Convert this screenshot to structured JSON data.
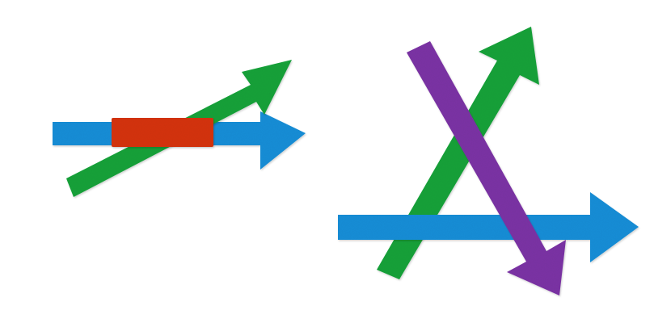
{
  "colors": {
    "background": "#ffffff",
    "blue": "#1f8fd8",
    "green": "#1aa33a",
    "red": "#d63414",
    "purple": "#7d35a6"
  },
  "groups": [
    {
      "name": "left-group",
      "elements": [
        {
          "kind": "arrow",
          "color": "blue",
          "direction": "right"
        },
        {
          "kind": "arrow",
          "color": "green",
          "direction": "up-right"
        },
        {
          "kind": "bar",
          "color": "red"
        }
      ]
    },
    {
      "name": "right-group",
      "elements": [
        {
          "kind": "arrow",
          "color": "blue",
          "direction": "right"
        },
        {
          "kind": "arrow",
          "color": "green",
          "direction": "up-right"
        },
        {
          "kind": "arrow",
          "color": "purple",
          "direction": "down-right"
        }
      ]
    }
  ]
}
